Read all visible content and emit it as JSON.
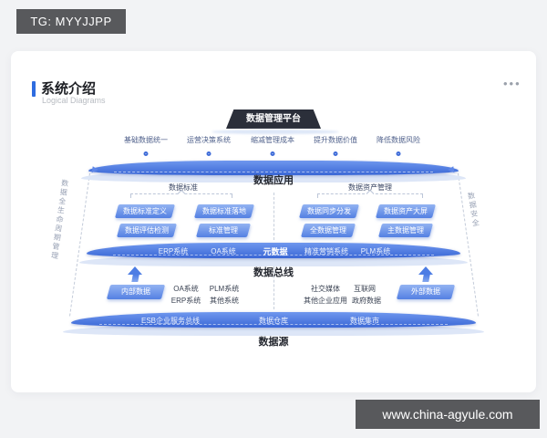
{
  "watermark_top": {
    "text": "TG: MYYJJPP"
  },
  "watermark_bottom": {
    "text": "www.china-agyule.com"
  },
  "header": {
    "title": "系统介绍",
    "subtitle": "Logical Diagrams",
    "menu_dots": "•••"
  },
  "colors": {
    "accent": "#2e6ce0",
    "band_blue_top": "#6f97ee",
    "band_blue_bottom": "#3a67d6",
    "echo_blue": "#dde6f7",
    "dark_platform": "#2b2f3a",
    "watermark_bg": "#58595c"
  },
  "diagram": {
    "platform": {
      "label": "数据管理平台"
    },
    "benefits": [
      "基础数据统一",
      "运营决策系统",
      "缩减管理成本",
      "提升数据价值",
      "降低数据风险"
    ],
    "app_layer": {
      "label": "数据应用"
    },
    "groups": [
      {
        "title": "数据标准",
        "buttons": [
          "数据标准定义",
          "数据标准落地",
          "数据评估检测",
          "标准管理"
        ]
      },
      {
        "title": "数据资产管理",
        "buttons": [
          "数据同步分发",
          "数据资产大屏",
          "全数据管理",
          "主数据管理"
        ]
      }
    ],
    "bus_layer": {
      "label": "数据总线",
      "systems": [
        "ERP系统",
        "OA系统",
        "元数据",
        "精准营销系统",
        "PLM系统"
      ]
    },
    "internal": {
      "label": "内部数据",
      "items": [
        "OA系统",
        "PLM系统",
        "ERP系统",
        "其他系统"
      ]
    },
    "external": {
      "label": "外部数据",
      "items": [
        "社交媒体",
        "互联网",
        "其他企业应用",
        "政府数据"
      ]
    },
    "source_layer": {
      "label": "数据源",
      "systems": [
        "ESB企业服务总线",
        "数据仓库",
        "数据集市"
      ]
    },
    "side_labels": {
      "left": "数据全生命周期管理",
      "right": "数据安全"
    }
  }
}
